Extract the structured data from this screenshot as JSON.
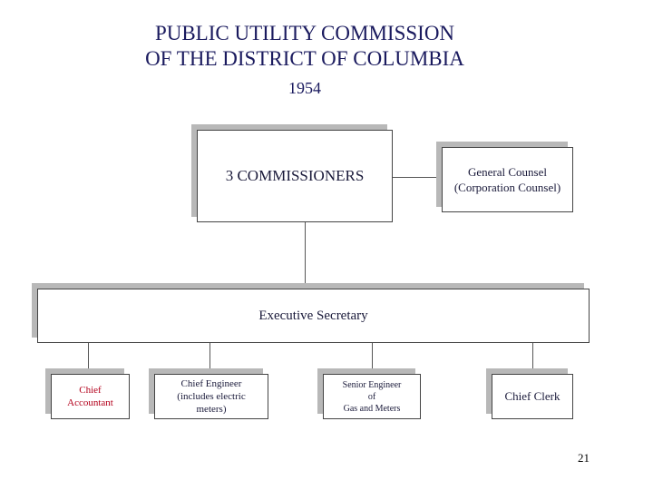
{
  "title": {
    "line1": "PUBLIC UTILITY COMMISSION",
    "line2": "OF THE DISTRICT OF COLUMBIA",
    "year": "1954"
  },
  "org_chart": {
    "commissioners": "3 COMMISSIONERS",
    "general_counsel": {
      "line1": "General Counsel",
      "line2": "(Corporation Counsel)"
    },
    "executive_secretary": "Executive Secretary",
    "departments": {
      "chief_accountant": {
        "line1": "Chief",
        "line2": "Accountant"
      },
      "chief_engineer": {
        "line1": "Chief Engineer",
        "line2": "(includes electric",
        "line3": "meters)"
      },
      "senior_engineer": {
        "line1": "Senior Engineer",
        "line2": "of",
        "line3": "Gas and Meters"
      },
      "chief_clerk": "Chief Clerk"
    }
  },
  "colors": {
    "title": "#1a1a5e",
    "accountant_text": "#b3001b",
    "shadow": "#b8b8b8"
  },
  "page_number": "21"
}
